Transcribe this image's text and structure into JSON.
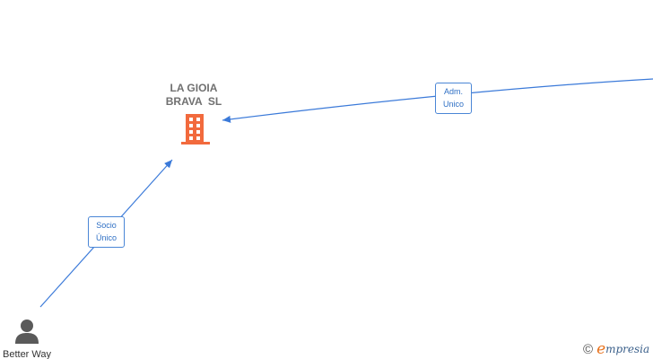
{
  "company": {
    "name_line1": "LA GIOIA",
    "name_line2": "BRAVA  SL",
    "icon": "building-icon",
    "icon_color": "#f26a3d"
  },
  "edges": {
    "admin": {
      "line1": "Adm.",
      "line2": "Unico"
    },
    "partner": {
      "line1": "Socio",
      "line2": "Único"
    }
  },
  "person": {
    "name": "Better Way",
    "icon": "person-icon",
    "icon_color": "#5a5a5a"
  },
  "brand": {
    "copyright_symbol": "©",
    "logo_initial": "e",
    "logo_rest": "mpresia",
    "logo_initial_color": "#e8721c",
    "logo_rest_color": "#3a5f8a"
  },
  "colors": {
    "edge_line": "#3b7ad9",
    "label_border": "#4a86d6",
    "label_text": "#2e6fc4"
  }
}
